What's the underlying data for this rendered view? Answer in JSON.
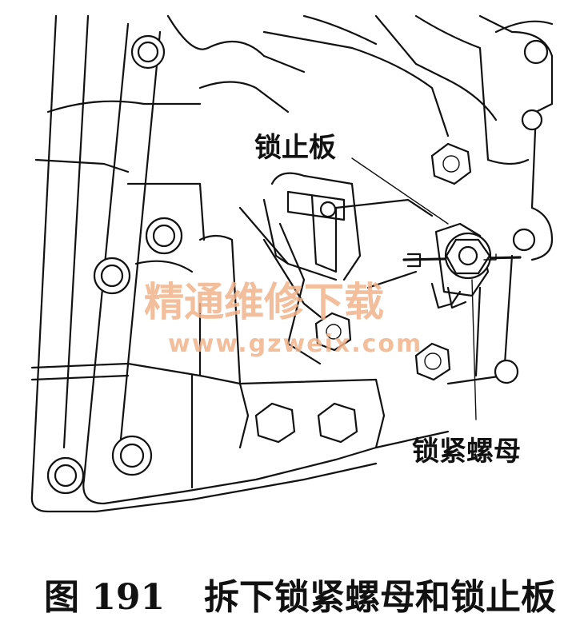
{
  "labels": {
    "lock_plate": "锁止板",
    "lock_nut": "锁紧螺母"
  },
  "caption": {
    "figure_number": "图 191",
    "title": "拆下锁紧螺母和锁止板"
  },
  "watermark": {
    "brand": "精通维修下载",
    "url": "www.gzweix.com"
  },
  "colors": {
    "line": "#111111",
    "watermark": "#f2b38a",
    "background": "#ffffff"
  }
}
